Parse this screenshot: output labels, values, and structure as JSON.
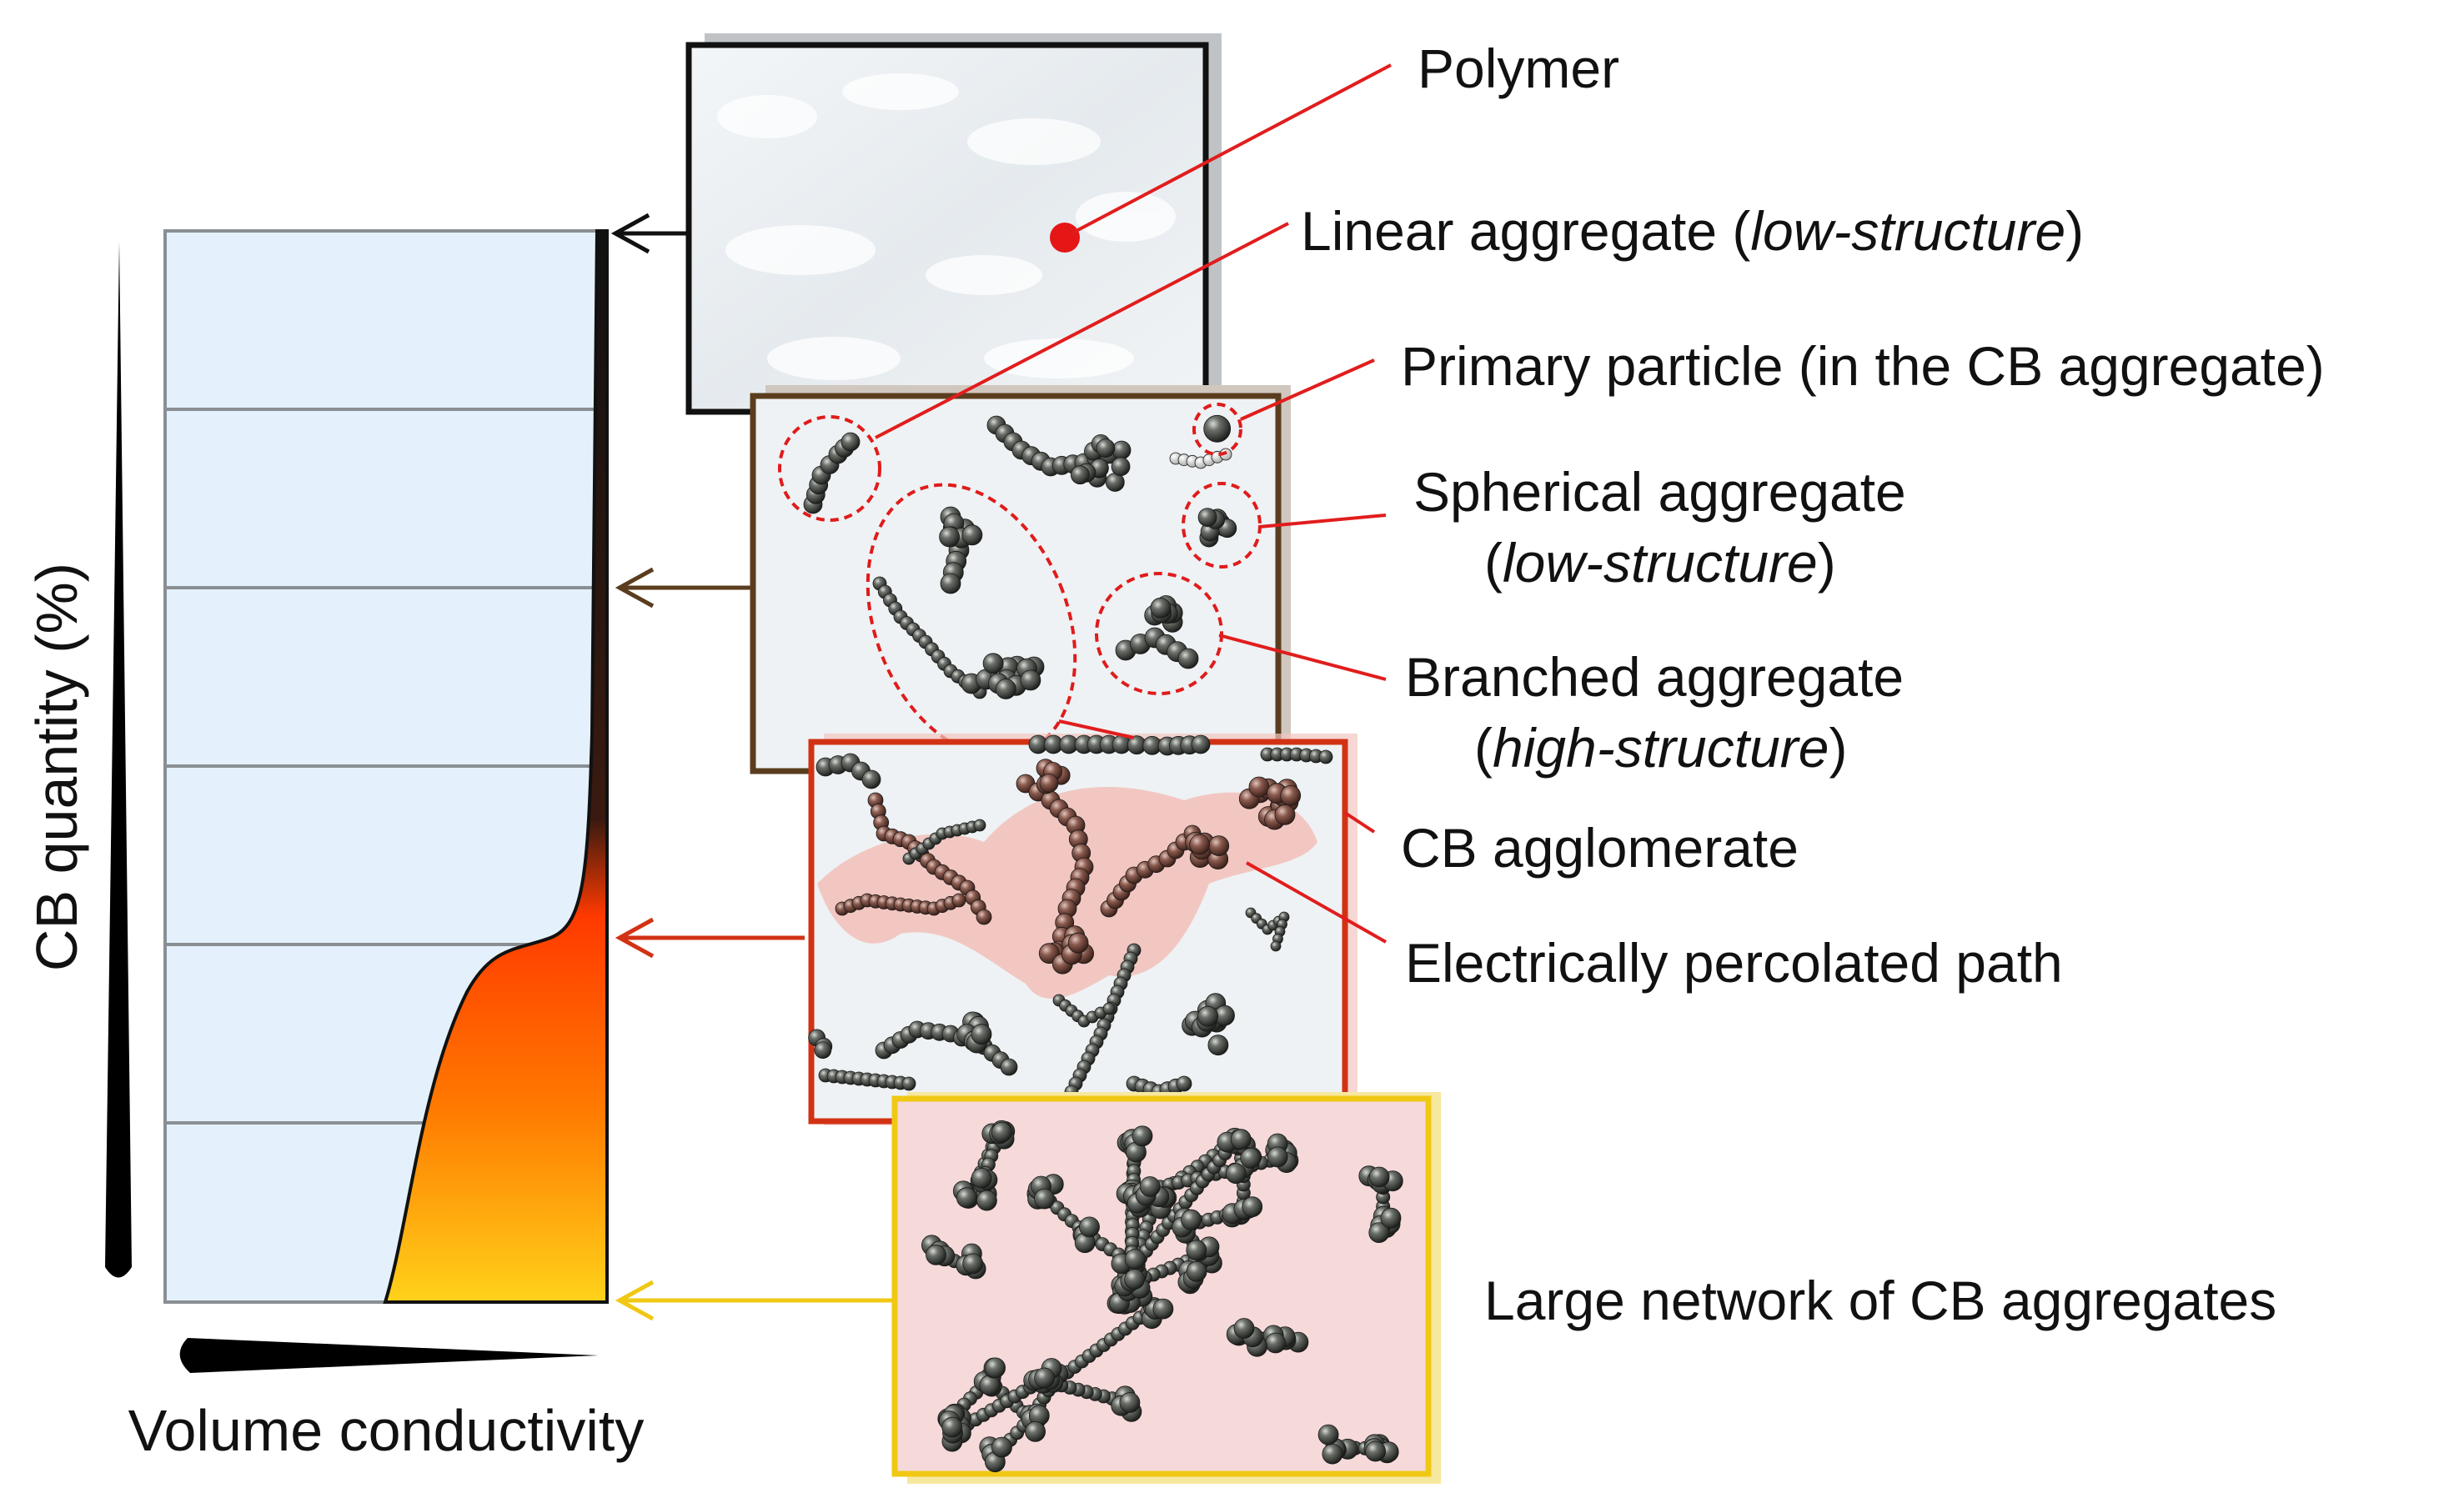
{
  "axes": {
    "y_label": "CB quantity (%)",
    "x_label": "Volume conductivity"
  },
  "labels": {
    "polymer": "Polymer",
    "linear": {
      "main": "Linear aggregate (",
      "italic": "low-structure",
      "end": ")"
    },
    "primary": "Primary particle (in the CB aggregate)",
    "spherical": {
      "line1": "Spherical aggregate",
      "open": "(",
      "italic": "low-structure",
      "close": ")"
    },
    "branched": {
      "line1": "Branched aggregate",
      "open": "(",
      "italic": "high-structure",
      "close": ")"
    },
    "agglomerate": "CB agglomerate",
    "percolated": "Electrically percolated path",
    "network": "Large network of CB aggregates"
  },
  "colors": {
    "panel_polymer_frame": "#111111",
    "panel_stage2_frame": "#5a3d1e",
    "panel_stage3_frame": "#d23214",
    "panel_stage4_frame": "#f0c814",
    "gradient_top": "#111111",
    "gradient_mid": "#ff3a00",
    "gradient_bottom": "#ffd21a",
    "leader_line": "#e11d1d",
    "chart_bg": "#e4f1fc",
    "particle": "#3a3d38"
  }
}
